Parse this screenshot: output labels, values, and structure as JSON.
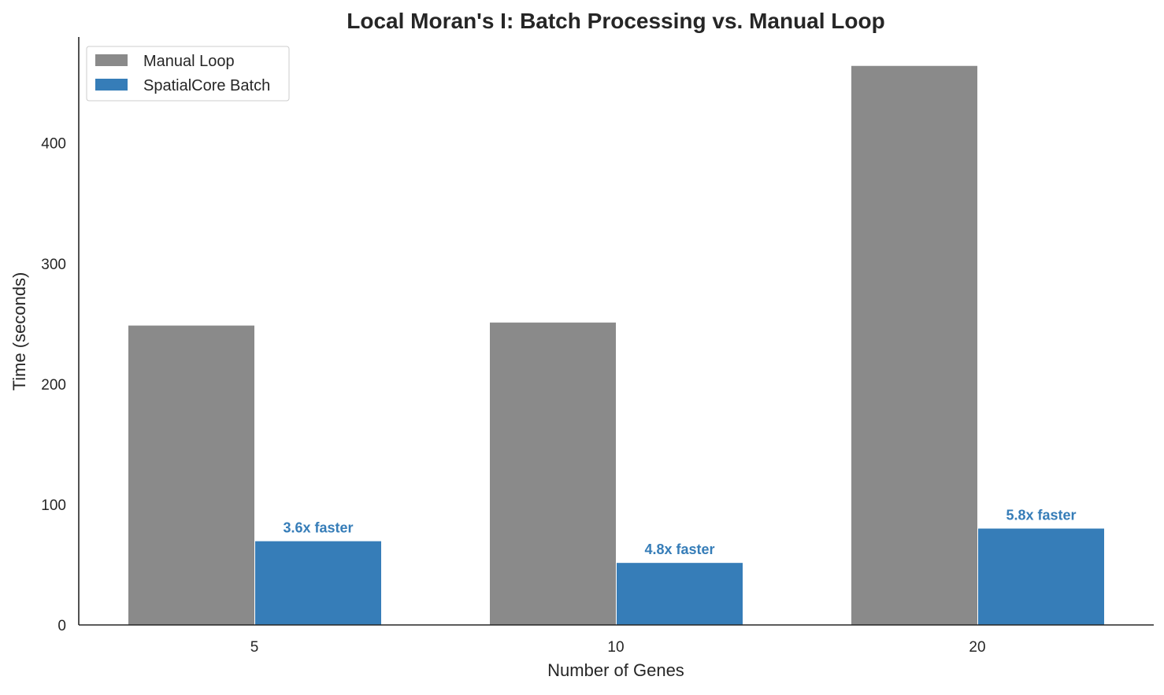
{
  "chart_data": {
    "type": "bar",
    "title": "Local Moran's I: Batch Processing vs. Manual Loop",
    "xlabel": "Number of Genes",
    "ylabel": "Time (seconds)",
    "categories": [
      "5",
      "10",
      "20"
    ],
    "ylim": [
      0,
      488
    ],
    "yticks": [
      0,
      100,
      200,
      300,
      400
    ],
    "grid": false,
    "legend_position": "top-left",
    "series": [
      {
        "name": "Manual Loop",
        "color": "#8a8a8a",
        "values": [
          248.5,
          251,
          464
        ]
      },
      {
        "name": "SpatialCore Batch",
        "color": "#367db8",
        "values": [
          69.5,
          51.5,
          80
        ]
      }
    ],
    "annotations": [
      "3.6x faster",
      "4.8x faster",
      "5.8x faster"
    ],
    "annotation_color": "#367db8"
  }
}
